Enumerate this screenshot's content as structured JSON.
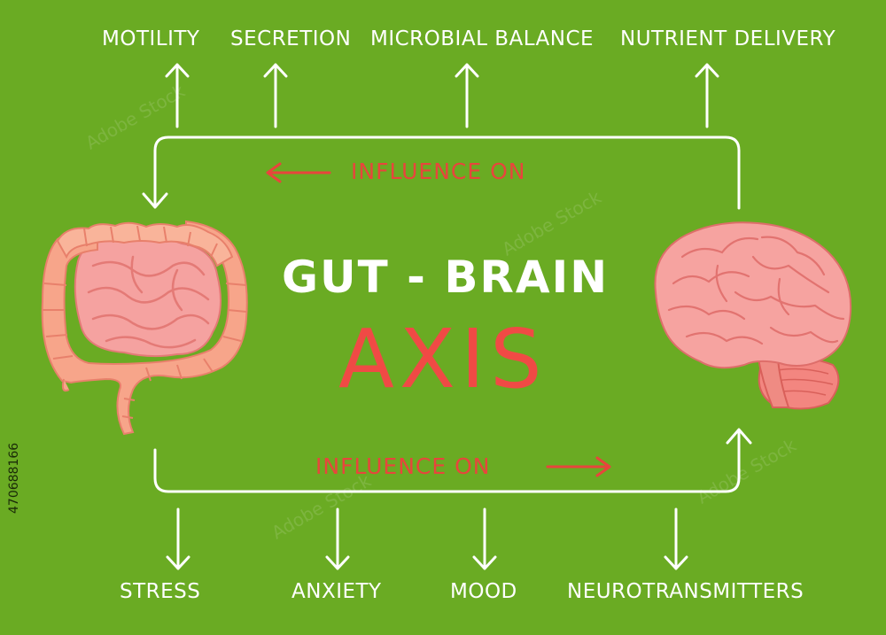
{
  "title": {
    "line1": "GUT - BRAIN",
    "line2": "AXIS"
  },
  "top_labels": [
    "MOTILITY",
    "SECRETION",
    "MICROBIAL BALANCE",
    "NUTRIENT DELIVERY"
  ],
  "bottom_labels": [
    "STRESS",
    "ANXIETY",
    "MOOD",
    "NEUROTRANSMITTERS"
  ],
  "influence_top": "INFLUENCE ON",
  "influence_bottom": "INFLUENCE ON",
  "stock_id": "470688166",
  "watermark": "Adobe Stock",
  "colors": {
    "background": "#6aab23",
    "text_primary": "#ffffff",
    "accent_red": "#e8453c",
    "organ_pink": "#f7a08f",
    "organ_dark": "#e0705e"
  },
  "icons": {
    "gut": "intestines-icon",
    "brain": "brain-icon"
  }
}
